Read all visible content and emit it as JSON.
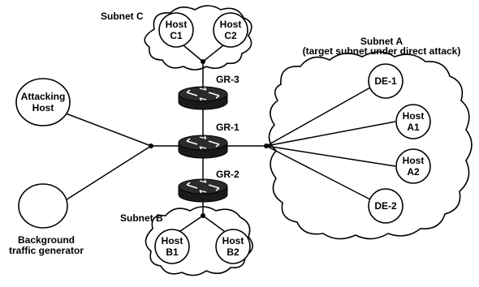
{
  "subnets": {
    "a": {
      "title": "Subnet A",
      "subtitle": "(target subnet under direct attack)"
    },
    "b": {
      "title": "Subnet B"
    },
    "c": {
      "title": "Subnet C"
    }
  },
  "routers": {
    "gr1": "GR-1",
    "gr2": "GR-2",
    "gr3": "GR-3"
  },
  "hosts": {
    "c1": [
      "Host",
      "C1"
    ],
    "c2": [
      "Host",
      "C2"
    ],
    "b1": [
      "Host",
      "B1"
    ],
    "b2": [
      "Host",
      "B2"
    ],
    "a1": [
      "Host",
      "A1"
    ],
    "a2": [
      "Host",
      "A2"
    ],
    "de1": [
      "DE-1"
    ],
    "de2": [
      "DE-2"
    ],
    "attacker": [
      "Attacking",
      "Host"
    ]
  },
  "background": {
    "label_line1": "Background",
    "label_line2": "traffic generator"
  }
}
